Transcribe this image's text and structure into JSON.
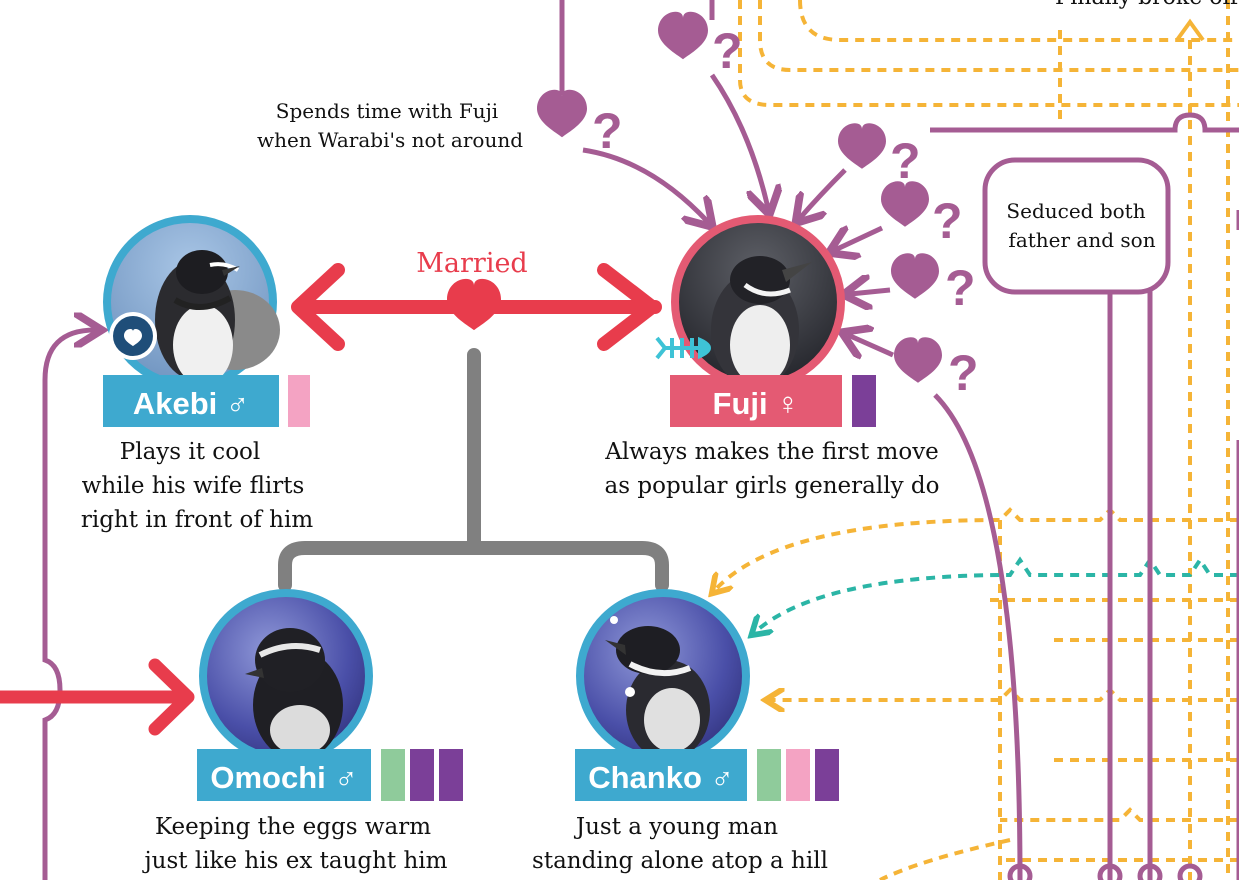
{
  "labels": {
    "married": "Married",
    "spends_time_line1": "Spends time with Fuji",
    "spends_time_line2": "when Warabi's not around",
    "seduced_line1": "Seduced both",
    "seduced_line2": "father and son",
    "top_cut": "Finally broke off"
  },
  "question_mark": "?",
  "penguins": {
    "akebi": {
      "name": "Akebi ♂",
      "desc": [
        "Plays it cool",
        "while his wife flirts",
        "right in front of him"
      ],
      "badge": "heart-badge-icon",
      "tag_colors": [
        "#f4a3c3"
      ]
    },
    "fuji": {
      "name": "Fuji ♀",
      "desc": [
        "Always makes the first move",
        "as popular girls generally do"
      ],
      "badge": "fish-bone-icon",
      "tag_colors": [
        "#7b3f98"
      ]
    },
    "omochi": {
      "name": "Omochi ♂",
      "desc": [
        "Keeping the eggs warm",
        "just like his ex taught him"
      ],
      "tag_colors": [
        "#8fcb9b",
        "#7b3f98",
        "#7b3f98"
      ]
    },
    "chanko": {
      "name": "Chanko ♂",
      "desc": [
        "Just a young man",
        "standing alone atop a hill"
      ],
      "tag_colors": [
        "#8fcb9b",
        "#f4a3c3",
        "#7b3f98"
      ]
    }
  },
  "colors": {
    "married_red": "#e83c4c",
    "affair_purple": "#a55c93",
    "family_gray": "#808080",
    "orange_dashed": "#f5b437",
    "teal_dashed": "#2bb5a6",
    "male_blue": "#3ea9cf",
    "female_pink": "#e45a73"
  }
}
